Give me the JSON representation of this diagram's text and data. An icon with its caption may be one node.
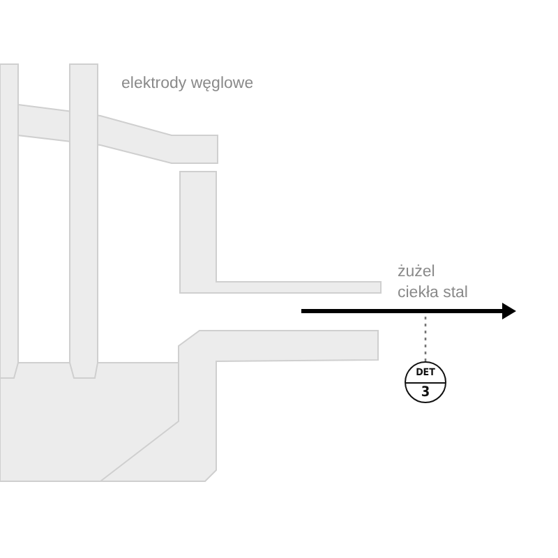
{
  "diagram": {
    "nodes": [
      {
        "text": [
          "DET",
          "3"
        ]
      },
      {
        "text": [],
        "shape": "arrow"
      }
    ],
    "edges": [
      {
        "from": 0,
        "to": 1,
        "arrow": "none",
        "style": "dashed"
      }
    ],
    "labels": [
      "elektrody węglowe",
      "żużel",
      "ciekła stal"
    ]
  }
}
